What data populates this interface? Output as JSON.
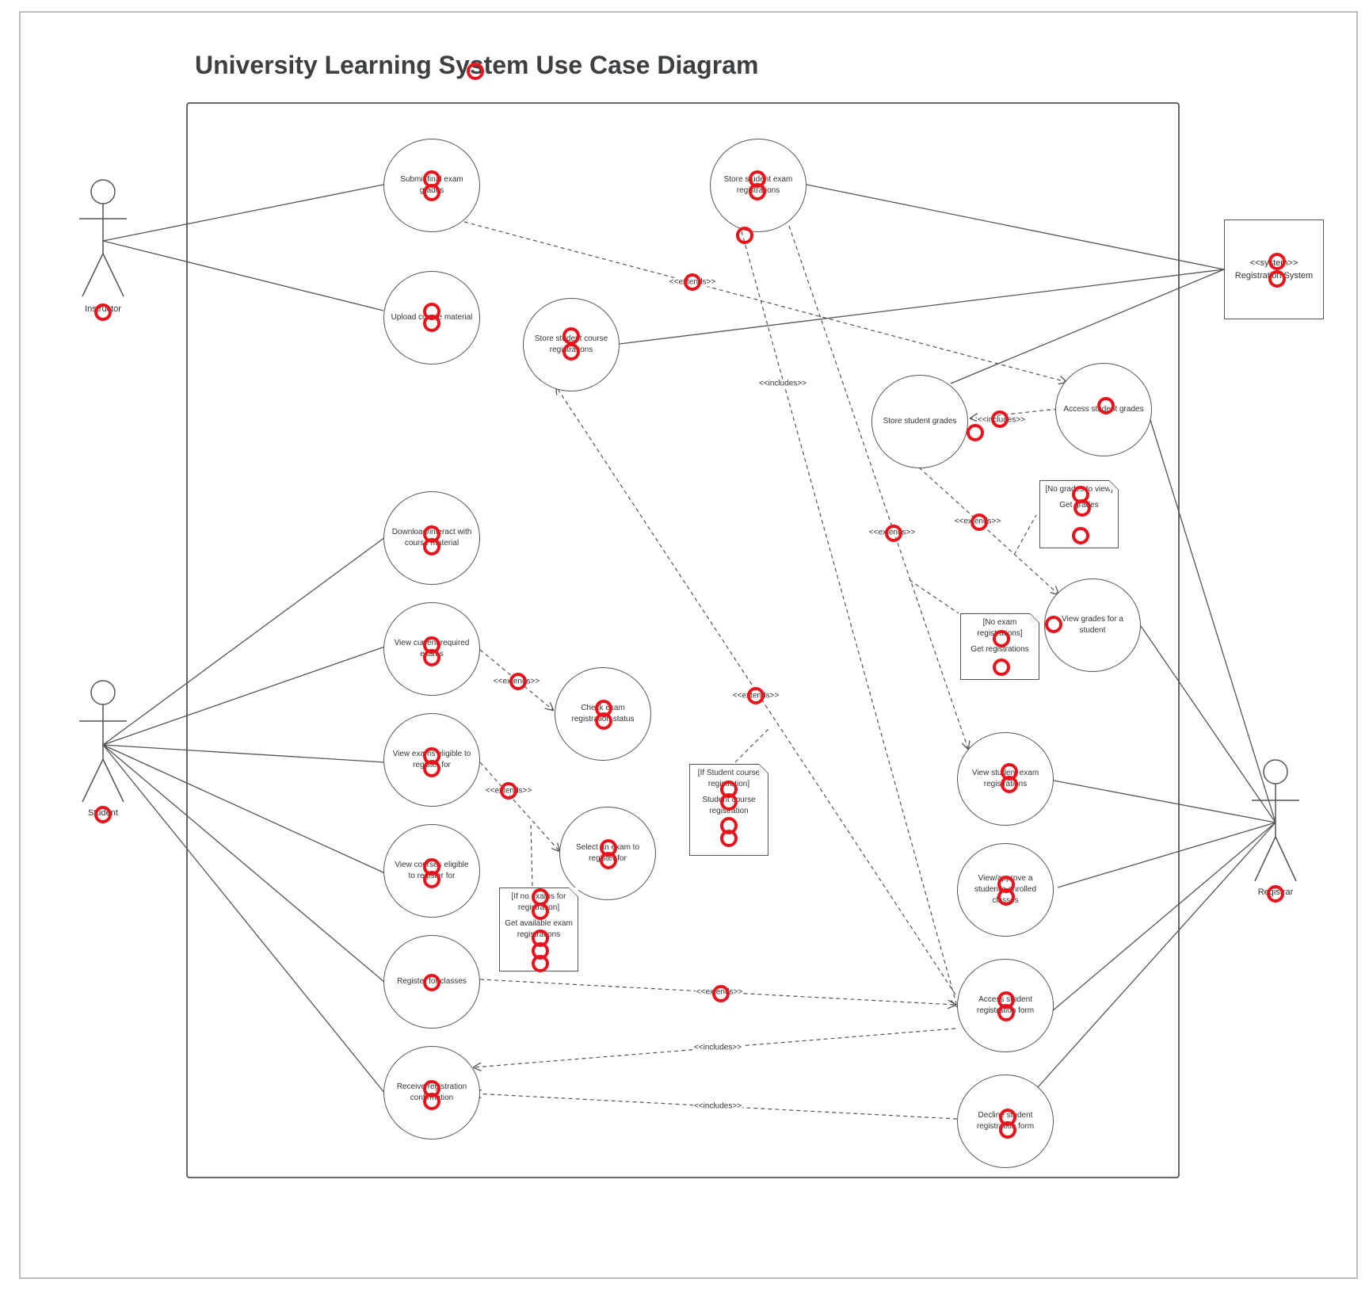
{
  "title": "University Learning System Use Case Diagram",
  "actors": {
    "instructor": "Instructor",
    "student": "Student",
    "registrar": "Registrar"
  },
  "registration_system": {
    "stereotype": "<<system>>",
    "name": "Registration System"
  },
  "use_cases": {
    "submit_grades": "Submit final exam grades",
    "upload_material": "Upload course material",
    "store_exam_registrations": "Store student exam registrations",
    "store_course_registrations": "Store student course registrations",
    "store_grades": "Store student grades",
    "access_grades": "Access student grades",
    "download_material": "Download/interact with course material",
    "view_required": "View current required exams",
    "check_exam_status": "Check exam registration status",
    "view_exams_eligible": "View exams eligible to register for",
    "select_exam": "Select an exam to register for",
    "view_courses_eligible": "View courses eligible to register for",
    "register_classes": "Register for classes",
    "receive_confirmation": "Receive registration confirmation",
    "view_grades": "View grades for a student",
    "view_exam_registrations": "View student exam registrations",
    "view_enrolled": "View/approve a student's enrolled classes",
    "access_form": "Access student registration form",
    "decline_form": "Decline student registration form"
  },
  "notes": {
    "no_grades": {
      "condition": "[No grades to view]",
      "action": "Get grades"
    },
    "no_exam": {
      "condition": "[No exam registrations]",
      "action": "Get registrations"
    },
    "student_course": {
      "condition": "[If Student course registration]",
      "action": "Student course registration"
    },
    "no_exams_eligible": {
      "condition": "[If no exams for registration]",
      "action": "Get available exam registrations"
    }
  },
  "relations": {
    "includes": "<<includes>>",
    "extends": "<<extends>>"
  }
}
